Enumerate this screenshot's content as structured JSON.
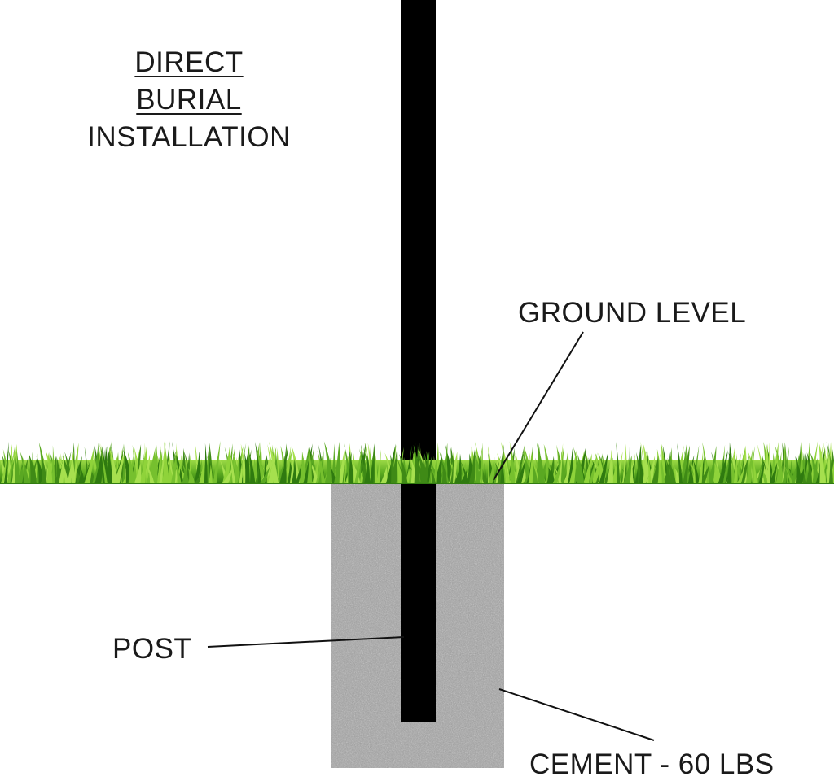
{
  "title": {
    "line1": "DIRECT",
    "line2": "BURIAL",
    "line3": "INSTALLATION"
  },
  "labels": {
    "ground": "GROUND LEVEL",
    "post": "POST",
    "cement": "CEMENT - 60 LBS"
  },
  "colors": {
    "post": "#000000",
    "grass_dark": "#3f8a16",
    "grass_light": "#8fd33a",
    "cement": "#9a9a9a"
  }
}
